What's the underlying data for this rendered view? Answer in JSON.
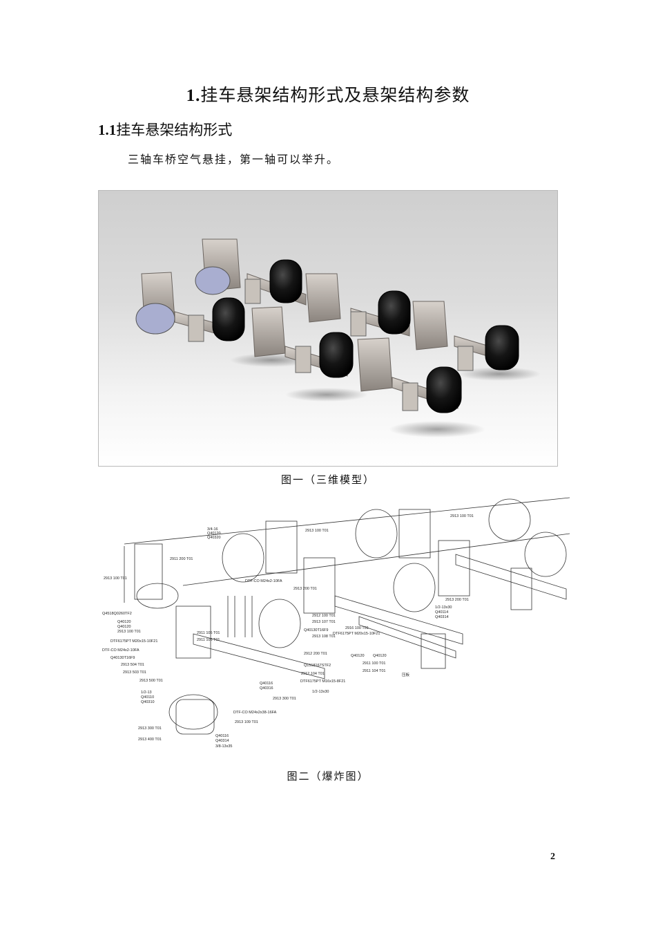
{
  "heading": {
    "number": "1.",
    "text": "挂车悬架结构形式及悬架结构参数"
  },
  "subheading": {
    "number": "1.1",
    "text": "挂车悬架结构形式"
  },
  "paragraph": "三轴车桥空气悬挂，第一轴可以举升。",
  "figure1": {
    "caption": "图一（三维模型）"
  },
  "figure2": {
    "caption": "图二（爆炸图）",
    "labels": [
      "3/4-16",
      "Q40120",
      "Q40320",
      "2913 100 T01",
      "2913 100 T01",
      "2911 200 T01",
      "2913 100 T01",
      "DTF-CO M24x2-10FA",
      "2913 200 T01",
      "Q4518Q0260TF2",
      "Q40120",
      "Q40120",
      "2913 100 T01",
      "DTF6175PT M20x15-10F21",
      "DTF-CO M24x2-10FA",
      "Q40130T16F9",
      "2913 504 T01",
      "2913 503 T01",
      "2913 500 T01",
      "1/2-13",
      "Q40110",
      "Q40310",
      "2913 300 T01",
      "2913 400 T01",
      "2911 105 T01",
      "2911 106 T01",
      "2912 100 T01",
      "2913 107 T01",
      "Q40130T16F9",
      "2913 108 T01",
      "2912 200 T01",
      "Q1518167STF2",
      "2912 104 T01",
      "Q40116",
      "Q40316",
      "2913 300 T01",
      "DTF-CO M24x2x38-16FA",
      "2913 109 T01",
      "Q40116",
      "Q40314",
      "3/8-13x35",
      "DTF6175PT M16x15-8F21",
      "1/2-13x30",
      "2916 100 T01",
      "DTF6175PT M20x15-10F21",
      "Q40120",
      "Q40120",
      "2911 100 T01",
      "2911 104 T01",
      "压板",
      "1/2-13x30",
      "Q40114",
      "Q40314",
      "2913 200 T01"
    ]
  },
  "page_number": "2"
}
